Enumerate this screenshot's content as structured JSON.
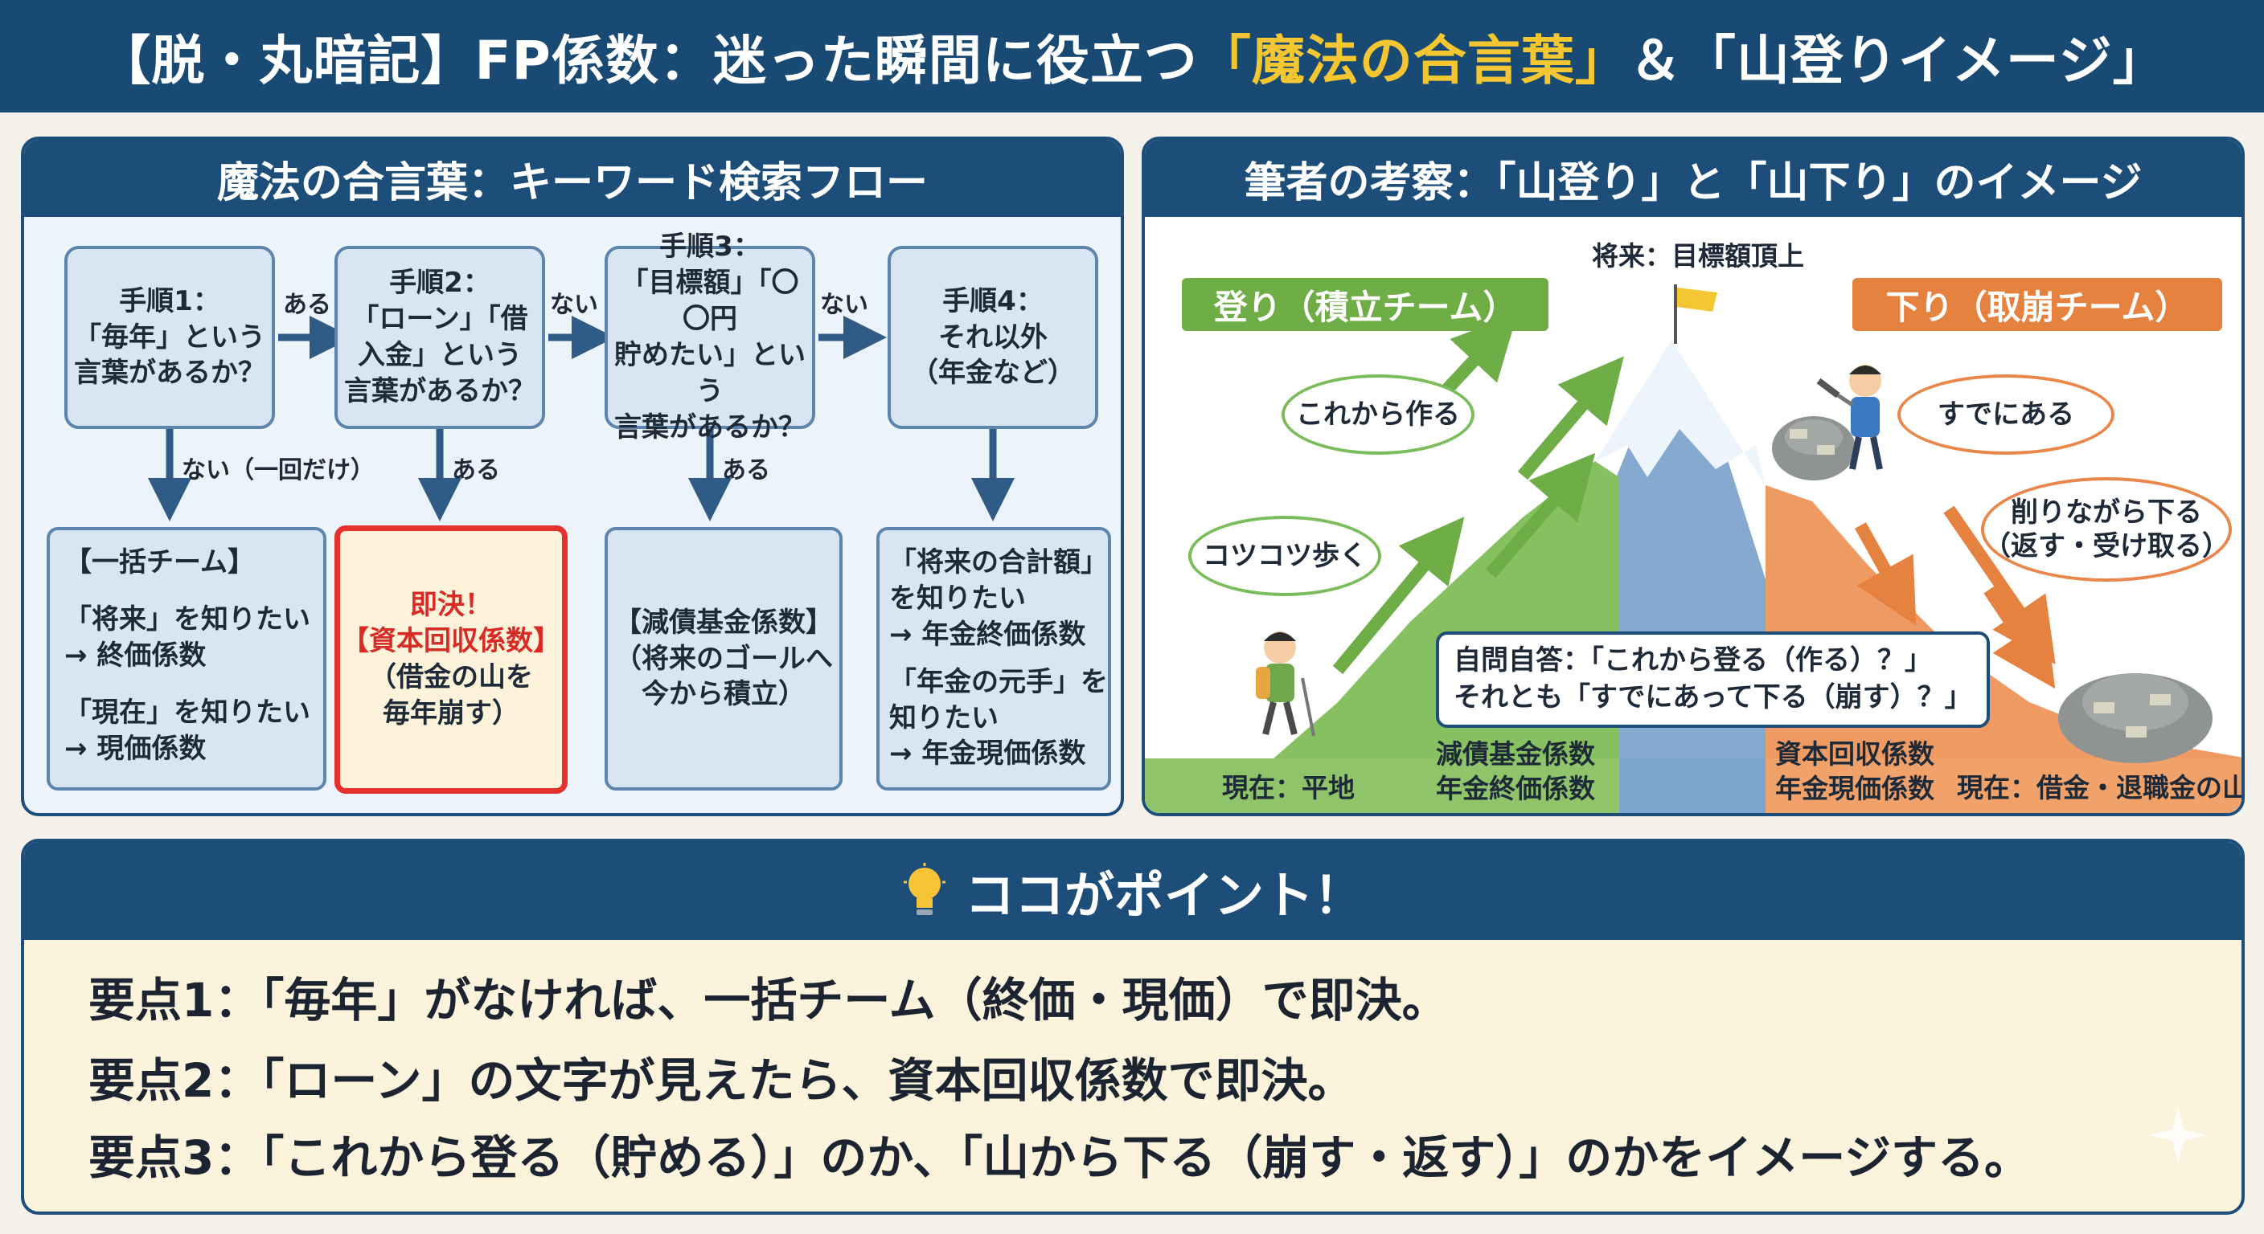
{
  "header": {
    "title_part1": "【脱・丸暗記】FP係数：迷った瞬間に役立つ",
    "title_highlight": "「魔法の合言葉」",
    "title_part2": "＆「山登りイメージ」"
  },
  "left_panel": {
    "heading": "魔法の合言葉：キーワード検索フロー",
    "steps": [
      {
        "lines": [
          "手順1：",
          "「毎年」という",
          "言葉があるか？"
        ]
      },
      {
        "lines": [
          "手順2：",
          "「ローン」「借",
          "入金」という",
          "言葉があるか？"
        ]
      },
      {
        "lines": [
          "手順3：",
          "「目標額」「〇〇円",
          "貯めたい」という",
          "言葉があるか？"
        ]
      },
      {
        "lines": [
          "手順4：",
          "それ以外",
          "（年金など）"
        ]
      }
    ],
    "arrow_labels": {
      "s1_s2": "ある",
      "s2_s3": "ない",
      "s3_s4": "ない",
      "s1_down": "ない（一回だけ）",
      "s2_down": "ある",
      "s3_down": "ある"
    },
    "results": {
      "r1": {
        "lines": [
          "【一括チーム】",
          "「将来」を知りたい",
          "→ 終価係数",
          "「現在」を知りたい",
          "→ 現価係数"
        ]
      },
      "r2": {
        "lines": [
          "即決！",
          "【資本回収係数】",
          "（借金の山を",
          "毎年崩す）"
        ]
      },
      "r3": {
        "lines": [
          "【減債基金係数】",
          "（将来のゴールへ",
          "今から積立）"
        ]
      },
      "r4": {
        "lines": [
          "「将来の合計額」",
          "を知りたい",
          "→ 年金終価係数",
          "「年金の元手」を",
          "知りたい",
          "→ 年金現価係数"
        ]
      }
    }
  },
  "right_panel": {
    "heading": "筆者の考察：「山登り」と「山下り」のイメージ",
    "peak_label": "将来：目標額頂上",
    "climb_badge": "登り（積立チーム）",
    "descent_badge": "下り（取崩チーム）",
    "bubbles": {
      "make": "これから作る",
      "walk": "コツコツ歩く",
      "exist": "すでにある",
      "descend": [
        "削りながら下る",
        "（返す・受け取る）"
      ]
    },
    "question": [
      "自問自答：「これから登る（作る）？」",
      "それとも「すでにあって下る（崩す）？」"
    ],
    "bottom_left": "現在：平地",
    "climb_factors": [
      "減債基金係数",
      "年金終価係数"
    ],
    "descent_factors": [
      "資本回収係数",
      "年金現価係数"
    ],
    "bottom_right": "現在：借金・退職金の山",
    "colors": {
      "climb": "#6fae46",
      "descent": "#e6823f",
      "mountain": "#86a9cf"
    }
  },
  "point_panel": {
    "heading": "ココがポイント！",
    "points": [
      "要点1：「毎年」がなければ、一括チーム（終価・現価）で即決。",
      "要点2：「ローン」の文字が見えたら、資本回収係数で即決。",
      "要点3：「これから登る（貯める）」のか、「山から下る（崩す・返す）」のかをイメージする。"
    ]
  }
}
